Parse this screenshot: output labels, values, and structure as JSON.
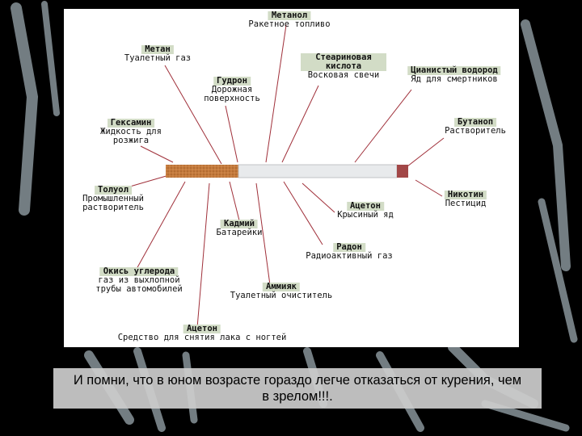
{
  "diagram": {
    "labels": [
      {
        "id": "methanol",
        "name": "Метанол",
        "desc": [
          "Ракетное топливо"
        ]
      },
      {
        "id": "methane",
        "name": "Метан",
        "desc": [
          "Туалетный газ"
        ]
      },
      {
        "id": "stearic",
        "name": "Стеариновая кислота",
        "desc": [
          "Восковая свечи"
        ]
      },
      {
        "id": "cyanide",
        "name": "Цианистый водород",
        "desc": [
          "Яд для смертников"
        ]
      },
      {
        "id": "tar",
        "name": "Гудрон",
        "desc": [
          "Дорожная",
          "поверхность"
        ]
      },
      {
        "id": "hexamine",
        "name": "Гексамин",
        "desc": [
          "Жидкость для",
          "розжига"
        ]
      },
      {
        "id": "butane",
        "name": "Бутаноп",
        "desc": [
          "Растворитель"
        ]
      },
      {
        "id": "toluene",
        "name": "Толуол",
        "desc": [
          "Промышленный",
          "растворитель"
        ]
      },
      {
        "id": "nicotine",
        "name": "Никотин",
        "desc": [
          "Пестицид"
        ]
      },
      {
        "id": "acetone1",
        "name": "Ацетон",
        "desc": [
          "Крысиный яд"
        ]
      },
      {
        "id": "cadmium",
        "name": "Кадмий",
        "desc": [
          "Батарейки"
        ]
      },
      {
        "id": "radon",
        "name": "Радон",
        "desc": [
          "Радиоактивный газ"
        ]
      },
      {
        "id": "co",
        "name": "Окись углерода",
        "desc": [
          "газ из выхлопной",
          "трубы автомобилей"
        ]
      },
      {
        "id": "ammonia",
        "name": "Аммияк",
        "desc": [
          "Туалетный очиститель"
        ]
      },
      {
        "id": "acetone2",
        "name": "Ацетон",
        "desc": [
          "Средство для снятия лака с ногтей"
        ]
      }
    ]
  },
  "caption": "И помни, что в юном возрасте гораздо легче отказаться от курения, чем в зрелом!!!.",
  "colors": {
    "line": "#a0303a",
    "label_bg": "#d2dcc6",
    "filter": "#c47a3c",
    "ember": "#d02a2a"
  }
}
